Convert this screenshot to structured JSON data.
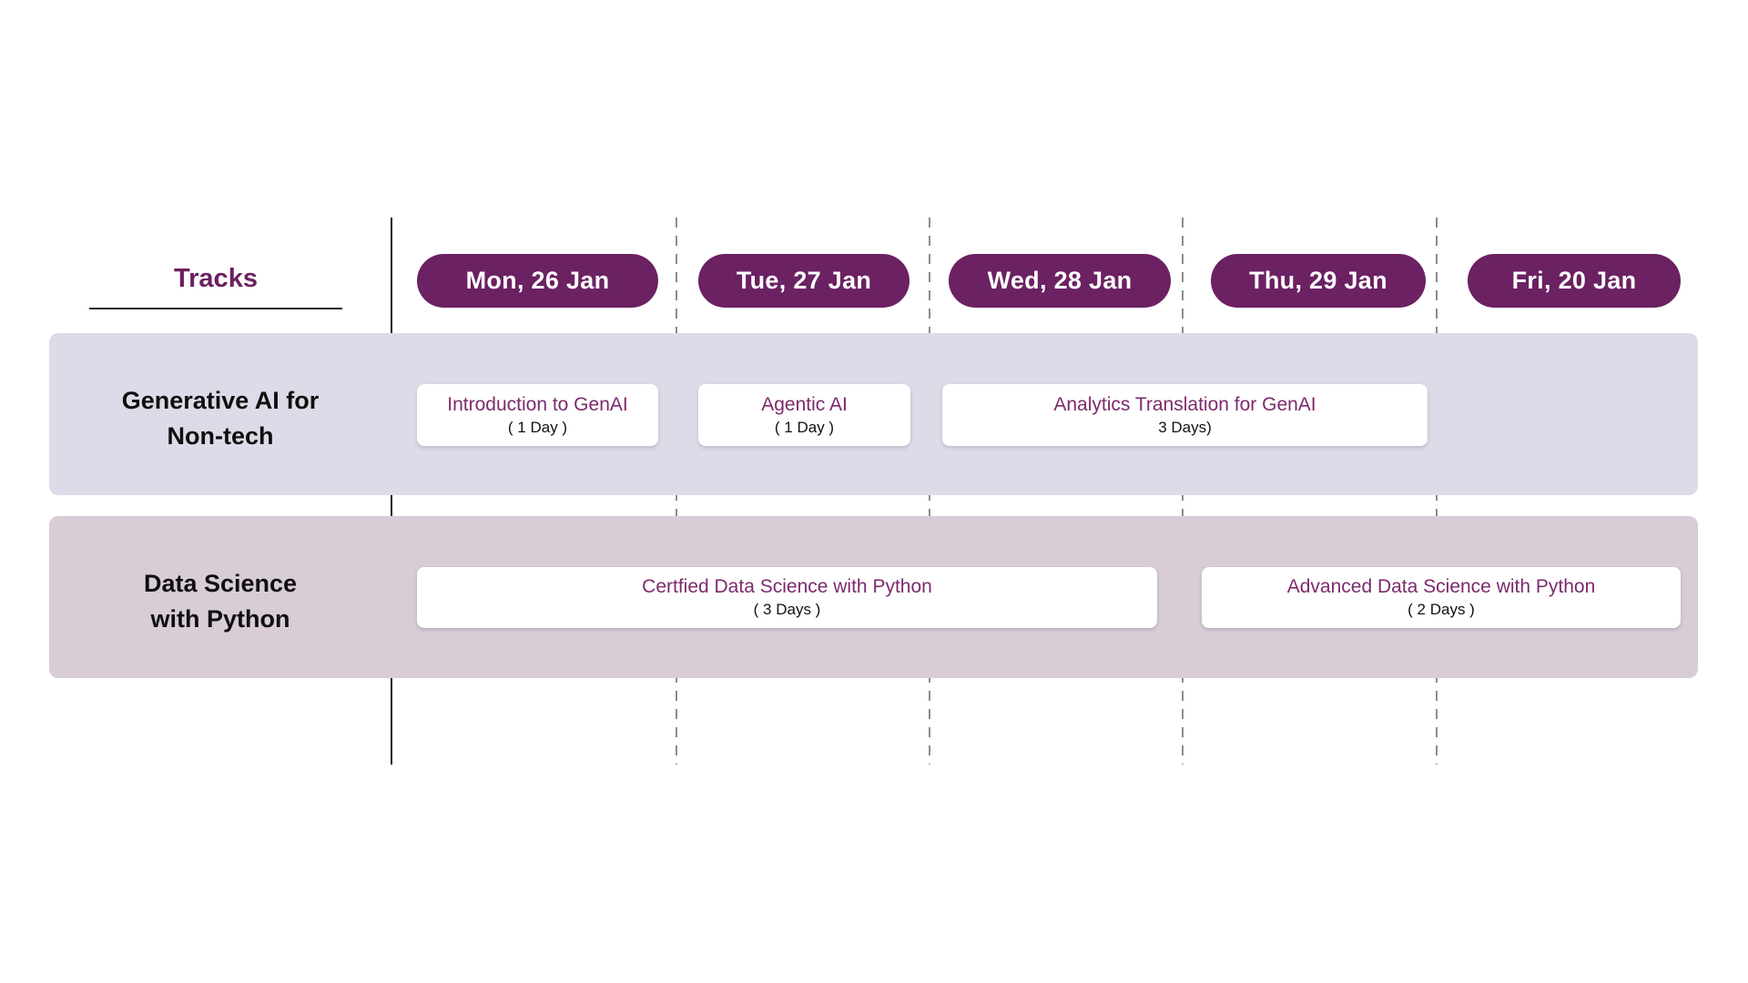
{
  "header": {
    "tracks_label": "Tracks"
  },
  "days": [
    {
      "label": "Mon, 26 Jan"
    },
    {
      "label": "Tue, 27 Jan"
    },
    {
      "label": "Wed, 28 Jan"
    },
    {
      "label": "Thu, 29 Jan"
    },
    {
      "label": "Fri, 20 Jan"
    }
  ],
  "tracks": [
    {
      "name_lines": [
        "Generative AI for",
        "Non-tech"
      ],
      "courses": [
        {
          "title": "Introduction to GenAI",
          "duration": "( 1 Day )"
        },
        {
          "title": "Agentic AI",
          "duration": "( 1 Day )"
        },
        {
          "title": "Analytics Translation for GenAI",
          "duration": "3 Days)"
        }
      ]
    },
    {
      "name_lines": [
        "Data Science",
        "with Python"
      ],
      "courses": [
        {
          "title": "Certfied Data Science with Python",
          "duration": "( 3 Days )"
        },
        {
          "title": "Advanced Data Science with Python",
          "duration": "( 2 Days )"
        }
      ]
    }
  ],
  "colors": {
    "page_bg": "#ffffff",
    "pill_bg": "#6b2162",
    "heading_purple": "#6b2160",
    "title_purple": "#7c2a6e",
    "row1_bg": "#dedbe9",
    "row2_bg": "#d8ccd7",
    "solid_line": "#1a1a1a",
    "dashed_line": "#8c8c8c"
  }
}
